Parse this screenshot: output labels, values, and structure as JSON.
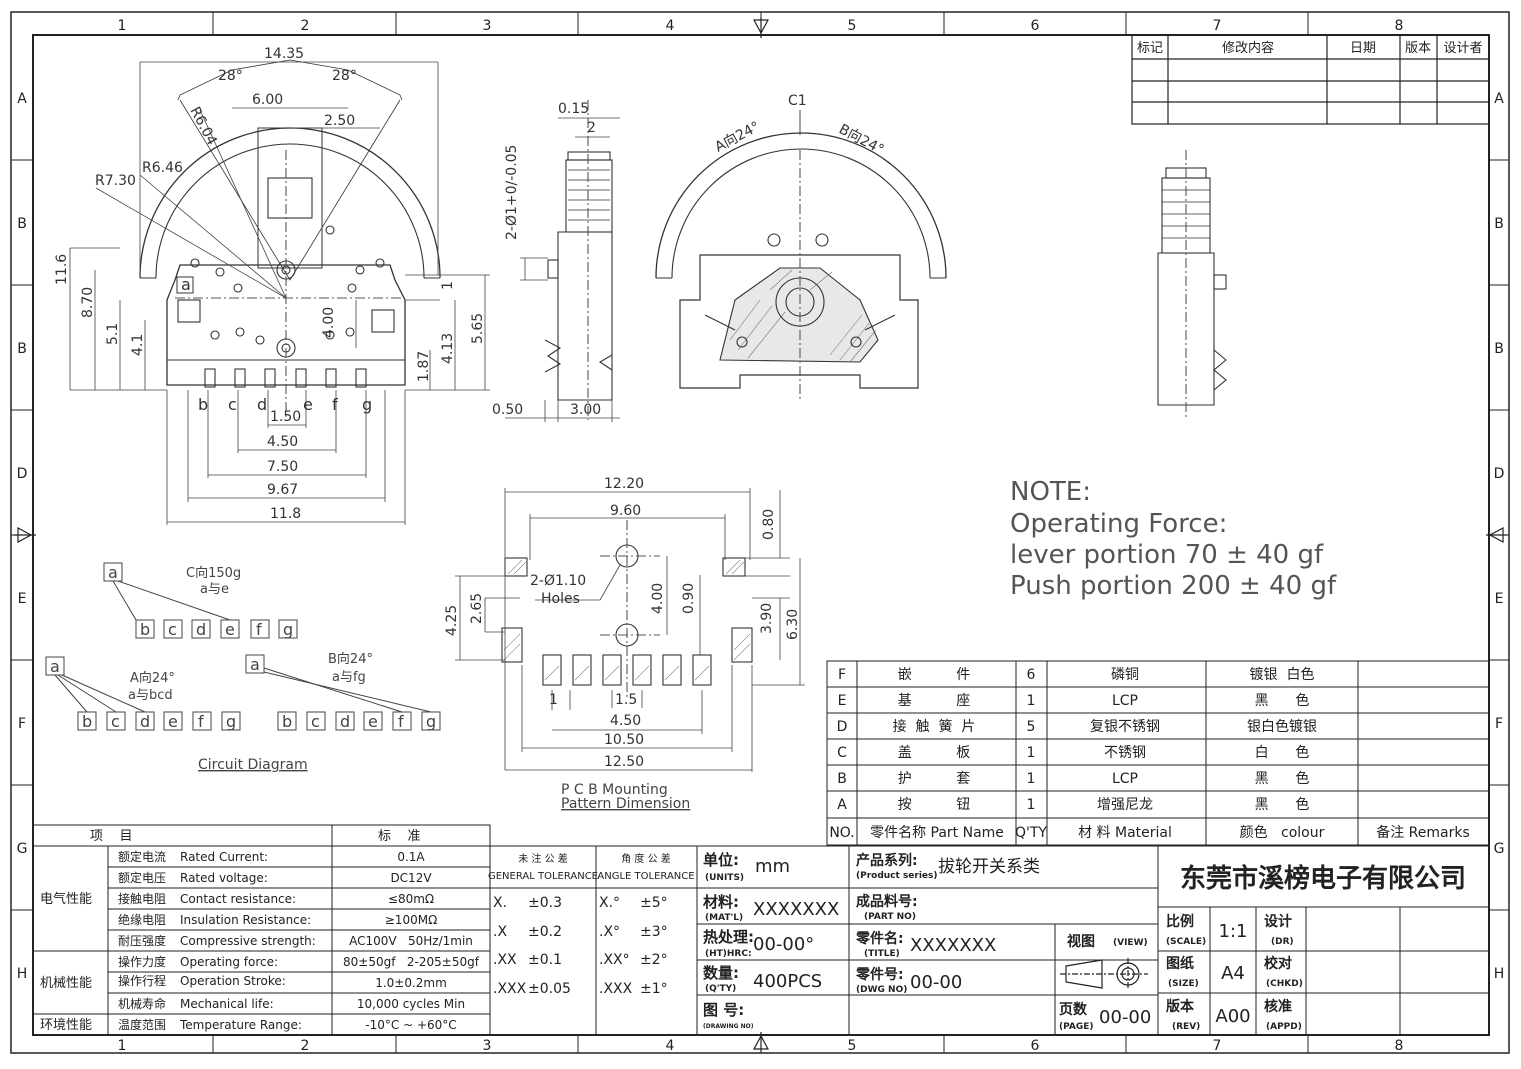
{
  "frame": {
    "columns": [
      "1",
      "2",
      "3",
      "4",
      "5",
      "6",
      "7",
      "8"
    ],
    "rows": [
      "A",
      "B",
      "B",
      "D",
      "E",
      "F",
      "G",
      "H"
    ]
  },
  "revision_block": {
    "headers": [
      "标记",
      "修改内容",
      "日期",
      "版本",
      "设计者"
    ]
  },
  "front_view": {
    "dims": {
      "d1435": "14.35",
      "ang_l": "28°",
      "ang_r": "28°",
      "d600": "6.00",
      "d250": "2.50",
      "r604": "R6.04",
      "r646": "R6.46",
      "r730": "R7.30",
      "d116": "11.6",
      "d870": "8.70",
      "d51": "5.1",
      "d41": "4.1",
      "d400": "4.00",
      "d1": "1",
      "d565": "5.65",
      "d413": "4.13",
      "d187": "1.87",
      "d150": "1.50",
      "d450": "4.50",
      "d750": "7.50",
      "d967": "9.67",
      "d118": "11.8"
    },
    "pin_a": "a",
    "pins": [
      "b",
      "c",
      "d",
      "e",
      "f",
      "g"
    ]
  },
  "side_view": {
    "dims": {
      "d015": "0.15",
      "d2": "2",
      "hole": "2-Ø1+0/-0.05",
      "d050": "0.50",
      "d300": "3.00"
    }
  },
  "top_view": {
    "c1": "C1",
    "a_dir": "A向24°",
    "b_dir": "B向24°"
  },
  "pcb": {
    "dims": {
      "d1220": "12.20",
      "d960": "9.60",
      "d080": "0.80",
      "holes_l1": "2-Ø1.10",
      "holes_l2": "Holes",
      "d400": "4.00",
      "d090": "0.90",
      "d425": "4.25",
      "d265": "2.65",
      "d390": "3.90",
      "d630": "6.30",
      "d1": "1",
      "d15": "1.5",
      "d450": "4.50",
      "d1050": "10.50",
      "d1250": "12.50"
    },
    "caption_1": "P C B  Mounting",
    "caption_2": "Pattern  Dimension"
  },
  "note": {
    "title": "NOTE:",
    "line1": "Operating  Force:",
    "line2": "lever  portion  70  ±  40  gf",
    "line3": "Push  portion  200  ±  40  gf"
  },
  "circuit": {
    "c_label": "C向150g",
    "c_sub": "a与e",
    "a_label": "A向24°",
    "a_sub": "a与bcd",
    "b_label": "B向24°",
    "b_sub": "a与fg",
    "pin_a": "a",
    "pins": [
      "b",
      "c",
      "d",
      "e",
      "f",
      "g"
    ],
    "caption": "Circuit  Diagram"
  },
  "bom": {
    "rows": [
      {
        "no": "F",
        "name": "嵌          件",
        "qty": "6",
        "material": "磷铜",
        "color": "镀银  白色",
        "remark": ""
      },
      {
        "no": "E",
        "name": "基          座",
        "qty": "1",
        "material": "LCP",
        "color": "黑      色",
        "remark": ""
      },
      {
        "no": "D",
        "name": "接  触  簧  片",
        "qty": "5",
        "material": "复银不锈钢",
        "color": "银白色镀银",
        "remark": ""
      },
      {
        "no": "C",
        "name": "盖          板",
        "qty": "1",
        "material": "不锈钢",
        "color": "白      色",
        "remark": ""
      },
      {
        "no": "B",
        "name": "护          套",
        "qty": "1",
        "material": "LCP",
        "color": "黑      色",
        "remark": ""
      },
      {
        "no": "A",
        "name": "按          钮",
        "qty": "1",
        "material": "增强尼龙",
        "color": "黑      色",
        "remark": ""
      }
    ],
    "header": {
      "no": "NO.",
      "name": "零件名称 Part Name",
      "qty": "Q'TY",
      "material": "材 料  Material",
      "color": "颜色   colour",
      "remark": "备注  Remarks"
    }
  },
  "spec": {
    "h_item": "项    目",
    "h_std": "标    准",
    "groups": [
      "电气性能",
      "机械性能",
      "环境性能"
    ],
    "rows": [
      {
        "cn": "额定电流",
        "en": "Rated Current:",
        "val": "0.1A"
      },
      {
        "cn": "额定电压",
        "en": "Rated voltage:",
        "val": "DC12V"
      },
      {
        "cn": "接触电阻",
        "en": "Contact resistance:",
        "val": "≤80mΩ"
      },
      {
        "cn": "绝缘电阻",
        "en": "Insulation Resistance:",
        "val": "≥100MΩ"
      },
      {
        "cn": "耐压强度",
        "en": "Compressive strength:",
        "val": "AC100V   50Hz/1min"
      },
      {
        "cn": "操作力度",
        "en": "Operating force:",
        "val": "80±50gf   2-205±50gf"
      },
      {
        "cn": "操作行程",
        "en": "Operation Stroke:",
        "val": "1.0±0.2mm"
      },
      {
        "cn": "机械寿命",
        "en": "Mechanical life:",
        "val": "10,000 cycles Min"
      },
      {
        "cn": "温度范围",
        "en": "Temperature Range:",
        "val": "-10°C ~ +60°C"
      }
    ]
  },
  "tolerance": {
    "general_cn": "未 注 公 差",
    "general_en": "GENERAL TOLERANCE",
    "angle_cn": "角 度 公 差",
    "angle_en": "ANGLE TOLERANCE",
    "rows": [
      {
        "g": "X.",
        "gv": "±0.3",
        "a": "X.°",
        "av": "±5°"
      },
      {
        "g": ".X",
        "gv": "±0.2",
        "a": ".X°",
        "av": "±3°"
      },
      {
        "g": ".XX",
        "gv": "±0.1",
        "a": ".XX°",
        "av": "±2°"
      },
      {
        "g": ".XXX",
        "gv": "±0.05",
        "a": ".XXX",
        "av": "±1°"
      }
    ]
  },
  "title_block": {
    "units_cn": "单位:",
    "units_en": "(UNITS)",
    "units_val": "mm",
    "mat_cn": "材料:",
    "mat_en": "(MAT'L)",
    "mat_val": "XXXXXXX",
    "ht_cn": "热处理:",
    "ht_en": "(HT)HRC:",
    "ht_val": "00-00°",
    "qty_cn": "数量:",
    "qty_en": "(Q'TY)",
    "qty_val": "400PCS",
    "dwg_cn": "图  号:",
    "dwg_en": "(DRAWING NO)",
    "series_cn": "产品系列:",
    "series_en": "(Product series)",
    "series_val": "拔轮开关系类",
    "partno_cn": "成品料号:",
    "partno_en": "(PART NO)",
    "title_cn": "零件名:",
    "title_en": "(TITLE)",
    "title_val": "XXXXXXX",
    "dwgno_cn": "零件号:",
    "dwgno_en": "(DWG NO)",
    "dwgno_val": "00-00",
    "view_cn": "视图",
    "view_en": "(VIEW)",
    "page_cn": "页数",
    "page_en": "(PAGE)",
    "page_val": "00-00",
    "company": "东莞市溪榜电子有限公司",
    "scale_cn": "比例",
    "scale_en": "(SCALE)",
    "scale_val": "1:1",
    "size_cn": "图纸",
    "size_en": "(SIZE)",
    "size_val": "A4",
    "rev_cn": "版本",
    "rev_en": "(REV)",
    "rev_val": "A00",
    "dr_cn": "设计",
    "dr_en": "(DR)",
    "chkd_cn": "校对",
    "chkd_en": "(CHKD)",
    "appd_cn": "核准",
    "appd_en": "(APPD)"
  }
}
